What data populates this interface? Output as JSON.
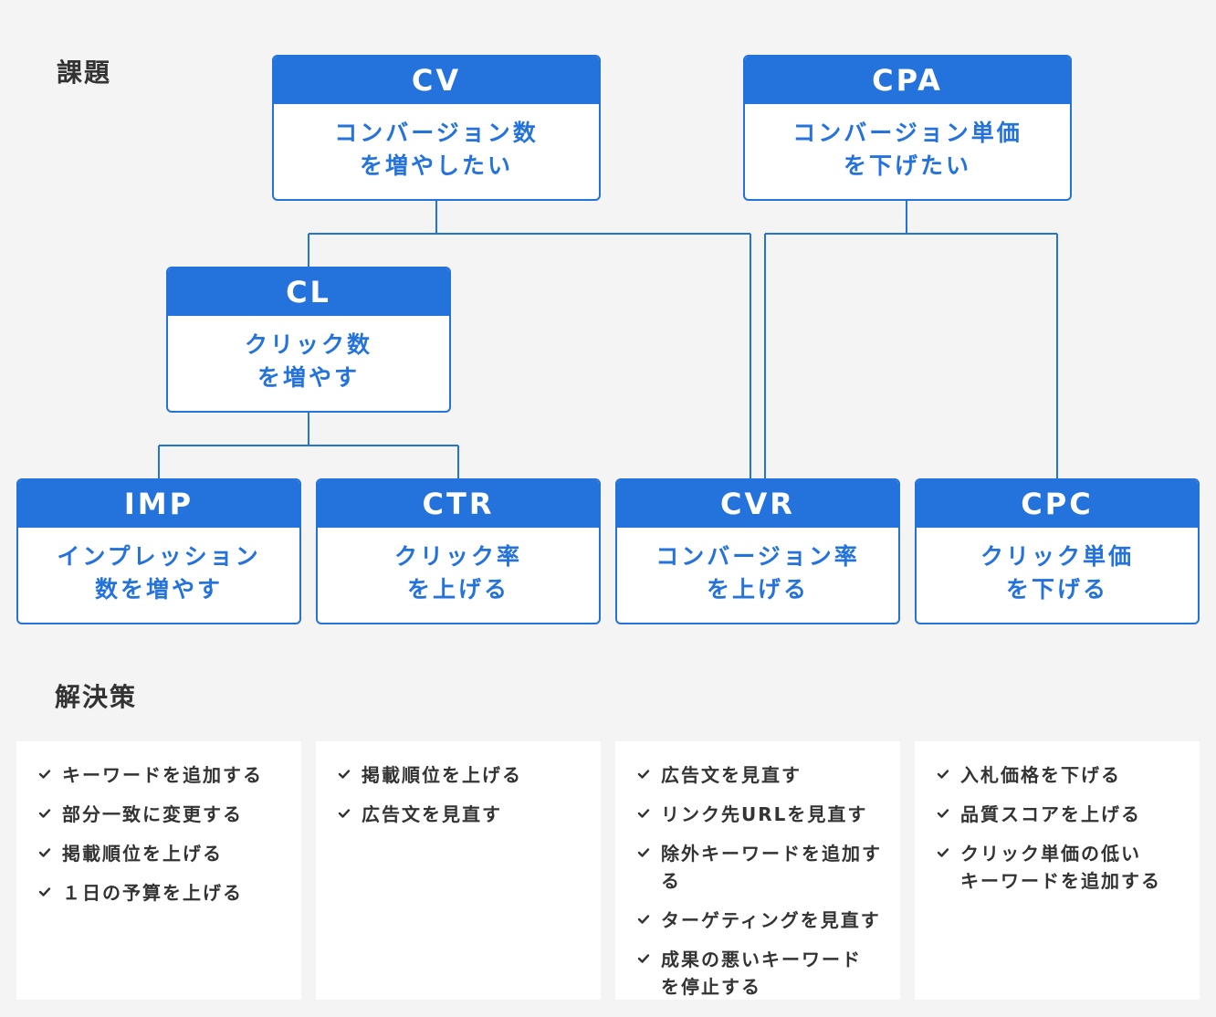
{
  "sections": {
    "issues": "課題",
    "solutions": "解決策"
  },
  "colors": {
    "accent": "#2472dc",
    "background": "#f4f4f4"
  },
  "kpis": {
    "cv": {
      "code": "CV",
      "line1": "コンバージョン数",
      "line2": "を増やしたい"
    },
    "cpa": {
      "code": "CPA",
      "line1": "コンバージョン単価",
      "line2": "を下げたい"
    },
    "cl": {
      "code": "CL",
      "line1": "クリック数",
      "line2": "を増やす"
    },
    "imp": {
      "code": "IMP",
      "line1": "インプレッション",
      "line2": "数を増やす"
    },
    "ctr": {
      "code": "CTR",
      "line1": "クリック率",
      "line2": "を上げる"
    },
    "cvr": {
      "code": "CVR",
      "line1": "コンバージョン率",
      "line2": "を上げる"
    },
    "cpc": {
      "code": "CPC",
      "line1": "クリック単価",
      "line2": "を下げる"
    }
  },
  "solutions": {
    "imp": [
      "キーワードを追加する",
      "部分一致に変更する",
      "掲載順位を上げる",
      "１日の予算を上げる"
    ],
    "ctr": [
      "掲載順位を上げる",
      "広告文を見直す"
    ],
    "cvr": [
      "広告文を見直す",
      "リンク先URLを見直す",
      "除外キーワードを追加する",
      "ターゲティングを見直す",
      "成果の悪いキーワード",
      "を停止する"
    ],
    "cpc": [
      "入札価格を下げる",
      "品質スコアを上げる",
      "クリック単価の低い",
      "キーワードを追加する"
    ]
  }
}
